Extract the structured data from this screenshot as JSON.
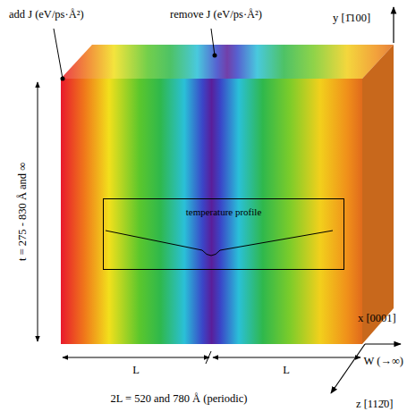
{
  "diagram": {
    "nodes": [
      {
        "text": [
          "temperature profile"
        ]
      }
    ],
    "labels": [
      "add J (eV/ps·Å²)",
      "remove J (eV/ps·Å²)",
      "y [1̄100]",
      "x [0001]",
      "W (→∞)",
      "z [112̄0]",
      "t = 275 - 830 Å and ∞",
      "L",
      "L",
      "2L = 520 and 780 Å (periodic)"
    ]
  }
}
